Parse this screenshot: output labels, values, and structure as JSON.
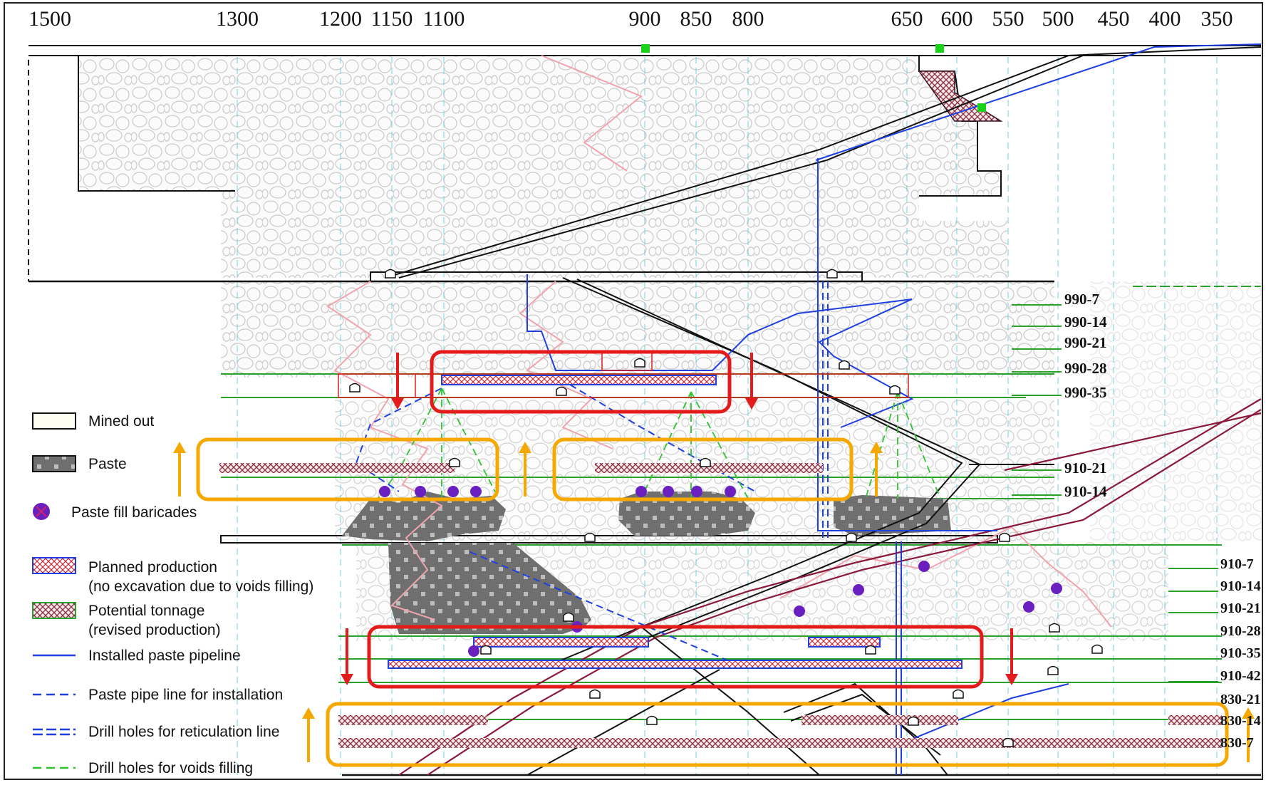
{
  "top_axis": {
    "ticks": [
      "1500",
      "1300",
      "1200",
      "1150",
      "1100",
      "900",
      "850",
      "800",
      "650",
      "600",
      "550",
      "500",
      "450",
      "400",
      "350"
    ]
  },
  "level_labels_upper": [
    "990-7",
    "990-14",
    "990-21",
    "990-28",
    "990-35",
    "910-21",
    "910-14"
  ],
  "level_labels_lower": [
    "910-7",
    "910-14",
    "910-21",
    "910-28",
    "910-35",
    "910-42",
    "830-21",
    "830-14",
    "830-7"
  ],
  "legend": {
    "mined_out": "Mined out",
    "paste": "Paste",
    "paste_fill_barricades": "Paste fill baricades",
    "planned_production_1": "Planned production",
    "planned_production_2": "(no excavation due to voids filling)",
    "potential_tonnage_1": "Potential tonnage",
    "potential_tonnage_2": "(revised production)",
    "installed_pipeline": "Installed paste pipeline",
    "pipe_for_installation": "Paste pipe line for installation",
    "drill_holes_reticulation": "Drill holes for reticulation line",
    "drill_holes_voids": "Drill holes for voids filling"
  },
  "colors": {
    "planned_red": "#e31b1b",
    "potential_green": "#2aa12a",
    "highlight_orange": "#f5a800",
    "pipeline_blue": "#1f3fe0",
    "paste_gray": "#777777",
    "barricade_purple": "#6a1fbf",
    "ramp_maroon": "#8a1a3a"
  }
}
